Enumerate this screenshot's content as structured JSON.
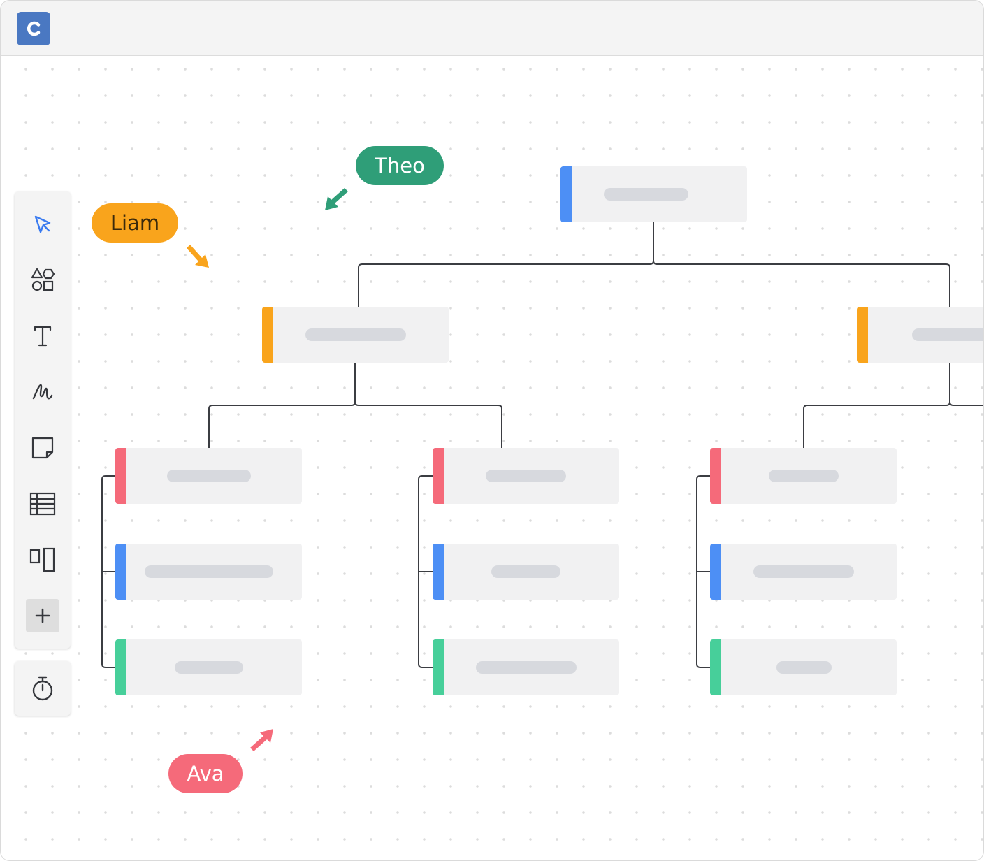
{
  "app": {
    "logo_icon": "app-logo-c-icon",
    "brand_color": "#4a78c2"
  },
  "toolbar": {
    "tools": [
      {
        "name": "select",
        "icon": "pointer-icon",
        "active_color": "#3a7bf0"
      },
      {
        "name": "shapes",
        "icon": "shapes-icon"
      },
      {
        "name": "text",
        "icon": "text-icon"
      },
      {
        "name": "pen",
        "icon": "pen-icon"
      },
      {
        "name": "sticky-note",
        "icon": "sticky-note-icon"
      },
      {
        "name": "table",
        "icon": "table-icon"
      },
      {
        "name": "frames",
        "icon": "frames-icon"
      },
      {
        "name": "add",
        "icon": "plus-icon"
      }
    ],
    "timer": {
      "icon": "stopwatch-icon"
    }
  },
  "collaborators": [
    {
      "name": "Theo",
      "color": "#2f9e78"
    },
    {
      "name": "Liam",
      "color": "#f9a41c"
    },
    {
      "name": "Ava",
      "color": "#f56a7a"
    }
  ],
  "diagram": {
    "type": "org-chart",
    "accent_colors": {
      "blue": "#4d8ff5",
      "orange": "#f9a41c",
      "red": "#f56a7a",
      "green": "#47cf9a"
    }
  }
}
